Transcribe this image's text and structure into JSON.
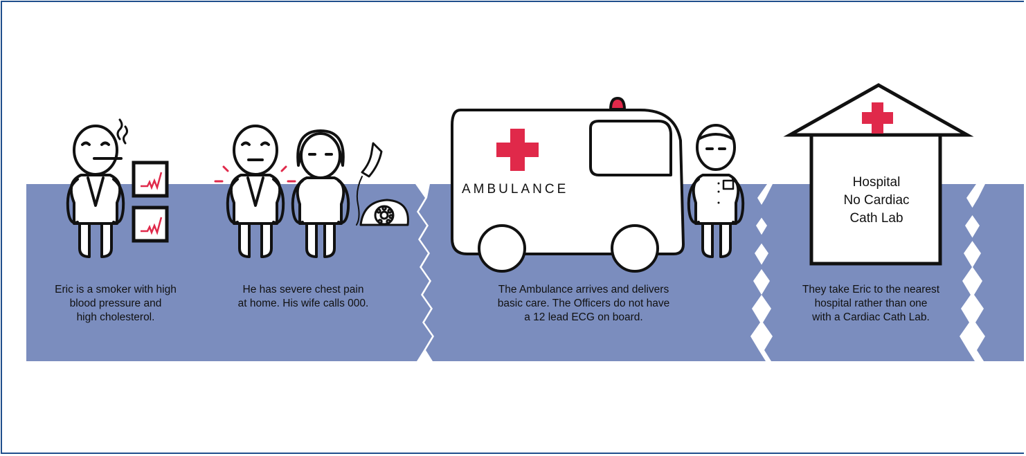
{
  "colors": {
    "band": "#7b8dbe",
    "frame": "#1f4e8c",
    "cross": "#e0294a",
    "outline": "#111111",
    "siren": "#e0294a"
  },
  "panels": [
    {
      "caption": "Eric is a smoker with high\nblood pressure and\nhigh cholesterol."
    },
    {
      "caption": "He has severe chest pain\nat home. His wife calls 000."
    },
    {
      "caption": "The Ambulance arrives and delivers\nbasic care. The Officers do not have\na 12 lead ECG on board."
    },
    {
      "caption": "They take Eric to the nearest\nhospital rather than one\nwith a Cardiac Cath Lab."
    }
  ],
  "ambulance": {
    "label": "AMBULANCE",
    "icon": "ambulance-icon"
  },
  "hospital": {
    "label": "Hospital\nNo Cardiac\nCath Lab",
    "icon": "hospital-icon"
  },
  "icons": [
    "man-smoking-icon",
    "bp-monitor-icon",
    "man-pain-icon",
    "wife-icon",
    "telephone-icon",
    "paramedic-icon",
    "red-cross-icon"
  ]
}
